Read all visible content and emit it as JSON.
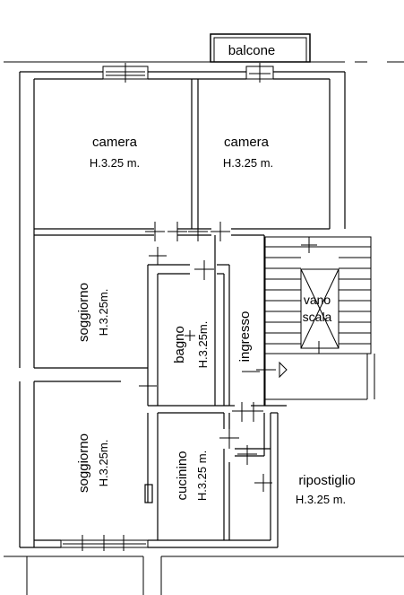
{
  "plan": {
    "balcony": {
      "name": "balcone"
    },
    "rooms": [
      {
        "key": "camera_left",
        "name": "camera",
        "height": "H.3.25 m."
      },
      {
        "key": "camera_right",
        "name": "camera",
        "height": "H.3.25 m."
      },
      {
        "key": "soggiorno_top",
        "name": "soggiorno",
        "height": "H.3.25m."
      },
      {
        "key": "soggiorno_bot",
        "name": "soggiorno",
        "height": "H.3.25m."
      },
      {
        "key": "bagno",
        "name": "bagno",
        "height": "H.3.25m."
      },
      {
        "key": "cucinino",
        "name": "cucinino",
        "height": "H.3.25 m."
      },
      {
        "key": "ingresso",
        "name": "ingresso"
      },
      {
        "key": "ripostiglio",
        "name": "ripostiglio",
        "height": "H.3.25 m."
      }
    ],
    "stair": {
      "line1": "vano",
      "line2": "scala"
    }
  }
}
